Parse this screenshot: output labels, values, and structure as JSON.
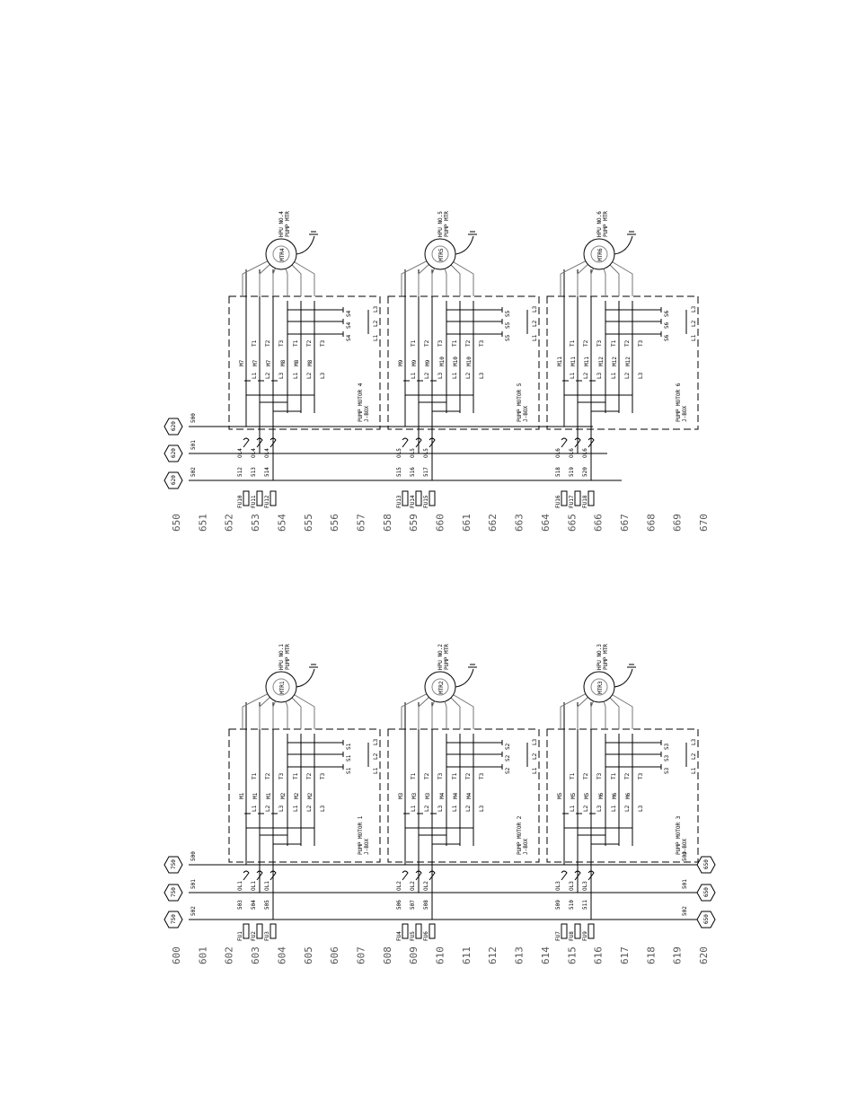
{
  "diagrams": [
    {
      "rows": [
        "600",
        "601",
        "602",
        "603",
        "604",
        "605",
        "606",
        "607",
        "608",
        "609",
        "610",
        "611",
        "612",
        "613",
        "614",
        "615",
        "616",
        "617",
        "618",
        "619",
        "620"
      ],
      "bus": {
        "left_refs": [
          "750",
          "750",
          "750"
        ],
        "right_refs": [
          "650",
          "650",
          "650"
        ],
        "wires": [
          "500",
          "501",
          "502"
        ]
      },
      "motors": [
        {
          "title": "HPU NO.1",
          "sub": "PUMP MTR",
          "tag": "MTR1",
          "box": "PUMP MOTOR 1",
          "jbox": "J-BOX",
          "fuses": [
            "FU1",
            "FU2",
            "FU3"
          ],
          "wires": [
            "503",
            "504",
            "505"
          ],
          "ol": [
            "OL1",
            "OL1",
            "OL1"
          ],
          "contactor": "M1",
          "m2": "M2",
          "s": "S1"
        },
        {
          "title": "HPU NO.2",
          "sub": "PUMP MTR",
          "tag": "MTR2",
          "box": "PUMP MOTOR 2",
          "jbox": "J-BOX",
          "fuses": [
            "FU4",
            "FU5",
            "FU6"
          ],
          "wires": [
            "506",
            "507",
            "508"
          ],
          "ol": [
            "OL2",
            "OL2",
            "OL2"
          ],
          "contactor": "M3",
          "m2": "M4",
          "s": "S2"
        },
        {
          "title": "HPU NO.3",
          "sub": "PUMP MTR",
          "tag": "MTR3",
          "box": "PUMP MOTOR 3",
          "jbox": "J-BOX",
          "fuses": [
            "FU7",
            "FU8",
            "FU9"
          ],
          "wires": [
            "509",
            "510",
            "511"
          ],
          "ol": [
            "OL3",
            "OL3",
            "OL3"
          ],
          "contactor": "M5",
          "m2": "M6",
          "s": "S3"
        }
      ]
    },
    {
      "rows": [
        "650",
        "651",
        "652",
        "653",
        "654",
        "655",
        "656",
        "657",
        "658",
        "659",
        "660",
        "661",
        "662",
        "663",
        "664",
        "665",
        "666",
        "667",
        "668",
        "669",
        "670"
      ],
      "bus": {
        "left_refs": [
          "620",
          "620",
          "620"
        ],
        "right_refs": [],
        "wires": [
          "500",
          "501",
          "502"
        ]
      },
      "motors": [
        {
          "title": "HPU NO.4",
          "sub": "PUMP MTR",
          "tag": "MTR4",
          "box": "PUMP MOTOR 4",
          "jbox": "J-BOX",
          "fuses": [
            "FU10",
            "FU11",
            "FU12"
          ],
          "wires": [
            "512",
            "513",
            "514"
          ],
          "ol": [
            "OL4",
            "OL4",
            "OL4"
          ],
          "contactor": "M7",
          "m2": "M8",
          "s": "S4"
        },
        {
          "title": "HPU NO.5",
          "sub": "PUMP MTR",
          "tag": "MTR5",
          "box": "PUMP MOTOR 5",
          "jbox": "J-BOX",
          "fuses": [
            "FU13",
            "FU14",
            "FU15"
          ],
          "wires": [
            "515",
            "516",
            "517"
          ],
          "ol": [
            "OL5",
            "OL5",
            "OL5"
          ],
          "contactor": "M9",
          "m2": "M10",
          "s": "S5"
        },
        {
          "title": "HPU NO.6",
          "sub": "PUMP MTR",
          "tag": "MTR6",
          "box": "PUMP MOTOR 6",
          "jbox": "J-BOX",
          "fuses": [
            "FU16",
            "FU17",
            "FU18"
          ],
          "wires": [
            "518",
            "519",
            "520"
          ],
          "ol": [
            "OL6",
            "OL6",
            "OL6"
          ],
          "contactor": "M11",
          "m2": "M12",
          "s": "S6"
        }
      ]
    }
  ],
  "terminals": {
    "line": [
      "L1",
      "L2",
      "L3"
    ],
    "load": [
      "T1",
      "T2",
      "T3"
    ]
  }
}
